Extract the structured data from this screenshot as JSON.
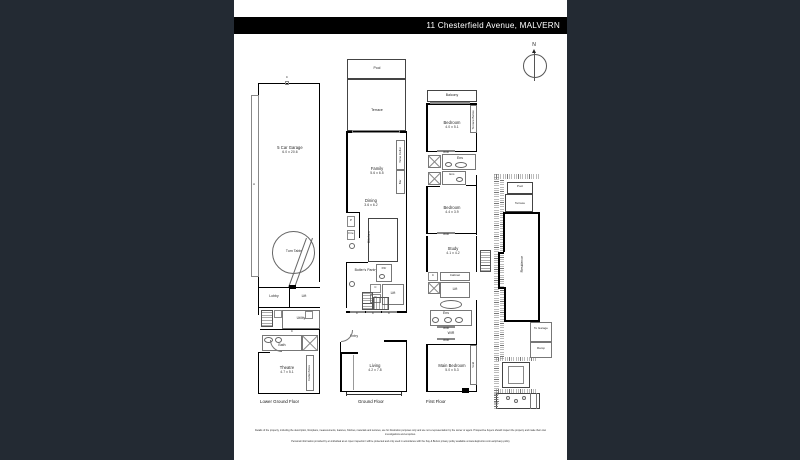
{
  "document": {
    "title": "11 Chesterfield Avenue, MALVERN",
    "compass_label": "N"
  },
  "floors": [
    {
      "name": "Lower Ground Floor",
      "rooms": [
        {
          "label": "5 Car Garage",
          "dim": "6.0 x 20.6"
        },
        {
          "label": "Turn Table",
          "dim": ""
        },
        {
          "label": "Lobby",
          "dim": ""
        },
        {
          "label": "Lift",
          "dim": ""
        },
        {
          "label": "Utility",
          "dim": ""
        },
        {
          "label": "Bath",
          "dim": ""
        },
        {
          "label": "Theatre",
          "dim": "4.7 x 5.1"
        },
        {
          "label": "Cellar/Store",
          "dim": ""
        },
        {
          "label": "C",
          "dim": ""
        }
      ]
    },
    {
      "name": "Ground Floor",
      "rooms": [
        {
          "label": "Pool",
          "dim": ""
        },
        {
          "label": "Terrace",
          "dim": ""
        },
        {
          "label": "Family",
          "dim": "5.6 x 6.5"
        },
        {
          "label": "Dining",
          "dim": "3.6 x 6.2"
        },
        {
          "label": "Kitchen",
          "dim": ""
        },
        {
          "label": "Butler's Pantry",
          "dim": ""
        },
        {
          "label": "Pdr",
          "dim": ""
        },
        {
          "label": "Lift",
          "dim": ""
        },
        {
          "label": "Entry",
          "dim": ""
        },
        {
          "label": "Living",
          "dim": "4.2 x 7.8"
        },
        {
          "label": "Bar",
          "dim": ""
        },
        {
          "label": "Wine Cellar",
          "dim": ""
        },
        {
          "label": "C",
          "dim": ""
        },
        {
          "label": "P",
          "dim": ""
        },
        {
          "label": "Fire",
          "dim": ""
        }
      ]
    },
    {
      "name": "First Floor",
      "rooms": [
        {
          "label": "Balcony",
          "dim": ""
        },
        {
          "label": "Bedroom",
          "dim": "4.0 x 5.1"
        },
        {
          "label": "Ens",
          "dim": ""
        },
        {
          "label": "WIR",
          "dim": ""
        },
        {
          "label": "Bedroom",
          "dim": "4.4 x 3.9"
        },
        {
          "label": "Study",
          "dim": "4.1 x 4.2"
        },
        {
          "label": "Cabinet",
          "dim": ""
        },
        {
          "label": "Lift",
          "dim": ""
        },
        {
          "label": "Main Bedroom",
          "dim": "5.0 x 5.3"
        },
        {
          "label": "Void",
          "dim": ""
        },
        {
          "label": "Terrace Below",
          "dim": ""
        },
        {
          "label": "C",
          "dim": ""
        }
      ]
    }
  ],
  "site_plan": {
    "rooms": [
      {
        "label": "Pool",
        "dim": ""
      },
      {
        "label": "Terrace",
        "dim": ""
      },
      {
        "label": "Residence",
        "dim": ""
      },
      {
        "label": "To Garage",
        "dim": ""
      },
      {
        "label": "Ramp",
        "dim": ""
      }
    ]
  },
  "footer": {
    "line1": "Details of the property, including the description, floorplans, measurements, features, finishes, materials and textures, are for illustration purposes only and are not a representation by the owner or agent.  Prospective buyers should inspect the property and make their own investigations and enquiries.",
    "line2": "Personal information provided by an individual at an 'open inspection' will be protected and only used in accordance with the Kay & Burton privacy policy available at www.kayburton.com.au/privacy-policy"
  }
}
